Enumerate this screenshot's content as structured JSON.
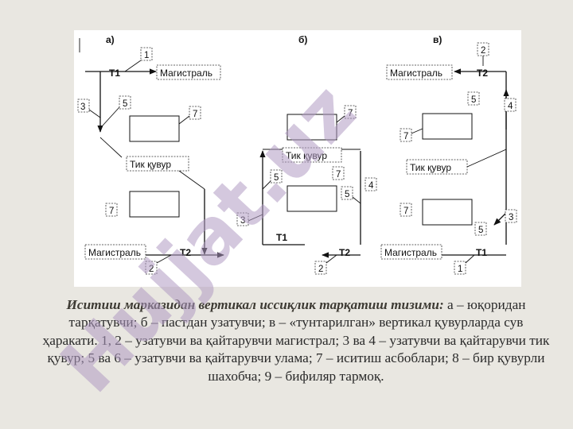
{
  "diagram": {
    "panel_labels": [
      "а)",
      "б)",
      "в)"
    ],
    "magistral": "Магистраль",
    "riser": "Тик қувур",
    "supply_tag": "T1",
    "return_tag": "T2",
    "nums": {
      "n1": "1",
      "n2": "2",
      "n3": "3",
      "n4": "4",
      "n5": "5",
      "n7": "7"
    }
  },
  "caption": {
    "title": "Иситиш марказидан вертикал иссиқлик тарқатиш тизими:",
    "body": " а – юқоридан тарқатувчи; б – пастдан узатувчи; в – «тунтарилган» вертикал қувурларда сув ҳаракати. 1, 2 – узатувчи ва қайтарувчи магистрал; 3 ва 4 – узатувчи ва қайтарувчи тик қувур;  5 ва 6 – узатувчи ва қайтарувчи улама; 7 – иситиш асбоблари; 8 – бир қувурли шахобча; 9 – бифиляр тармоқ."
  },
  "watermark": "Hujjat.uz"
}
